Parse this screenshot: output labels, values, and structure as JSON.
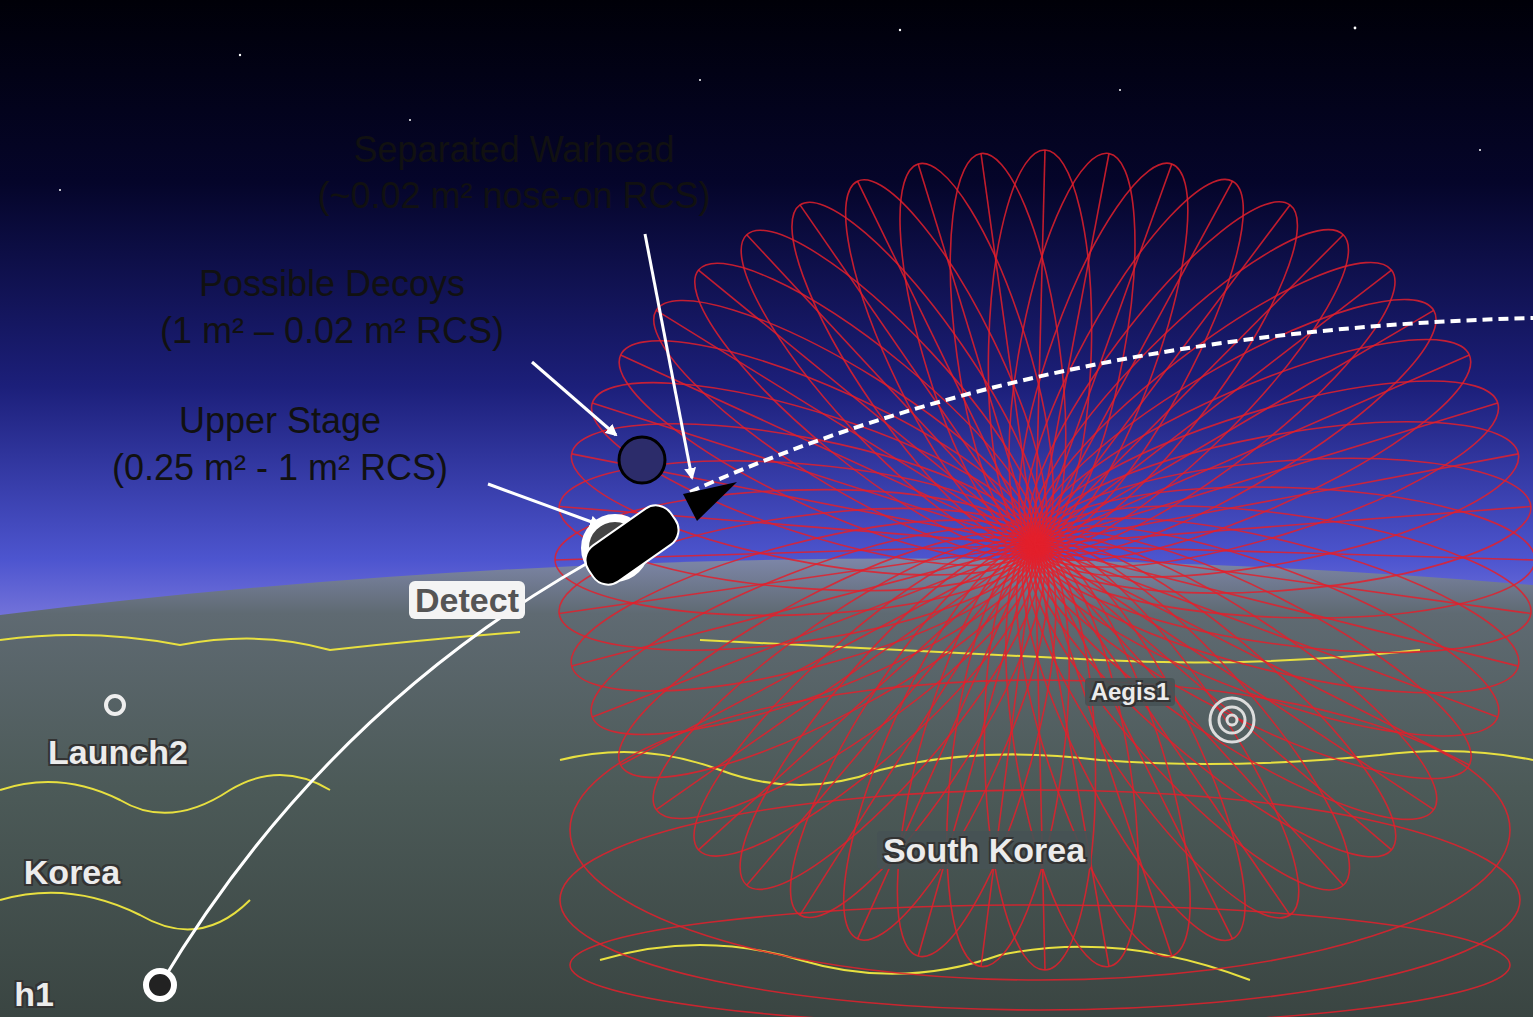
{
  "diagram": {
    "labels": [
      "Separated Warhead",
      "(~0.02 m² nose-on RCS)",
      "Possible Decoys",
      "(1 m² – 0.02 m² RCS)",
      "Upper Stage",
      "(0.25 m² - 1 m² RCS)",
      "Detect",
      "Launch2",
      "Korea",
      "South Korea",
      "Aegis1",
      "h1"
    ]
  }
}
